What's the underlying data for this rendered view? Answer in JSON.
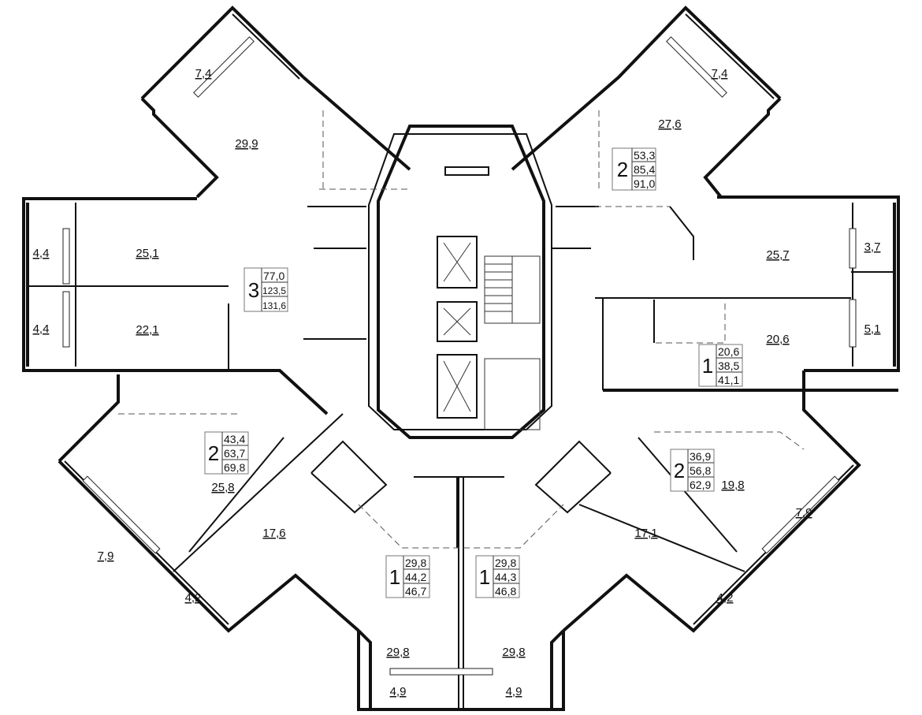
{
  "rooms": {
    "tl_loggia": "7,4",
    "tl_room": "29,9",
    "l_room1": "25,1",
    "l_loggia1": "4,4",
    "l_loggia2": "4,4",
    "l_room2": "22,1",
    "bl_room1": "25,8",
    "bl_loggia1": "7,9",
    "bl_room2": "17,6",
    "bl_loggia2": "4,2",
    "bc_room1": "29,8",
    "bc_loggia1": "4,9",
    "bc_room2": "29,8",
    "bc_loggia2": "4,9",
    "br_room2": "17,1",
    "br_loggia2": "4,2",
    "br_loggia1": "7,9",
    "br_room1": "19,8",
    "r_room2": "20,6",
    "r_loggia2": "5,1",
    "r_loggia1": "3,7",
    "r_room1": "25,7",
    "tr_room": "27,6",
    "tr_loggia": "7,4"
  },
  "apartments": [
    {
      "rooms": "3",
      "living": "77,0",
      "total": "123,5",
      "total_loggia": "131,6"
    },
    {
      "rooms": "2",
      "living": "53,3",
      "total": "85,4",
      "total_loggia": "91,0"
    },
    {
      "rooms": "1",
      "living": "20,6",
      "total": "38,5",
      "total_loggia": "41,1"
    },
    {
      "rooms": "2",
      "living": "43,4",
      "total": "63,7",
      "total_loggia": "69,8"
    },
    {
      "rooms": "2",
      "living": "36,9",
      "total": "56,8",
      "total_loggia": "62,9"
    },
    {
      "rooms": "1",
      "living": "29,8",
      "total": "44,2",
      "total_loggia": "46,7"
    },
    {
      "rooms": "1",
      "living": "29,8",
      "total": "44,3",
      "total_loggia": "46,8"
    }
  ]
}
